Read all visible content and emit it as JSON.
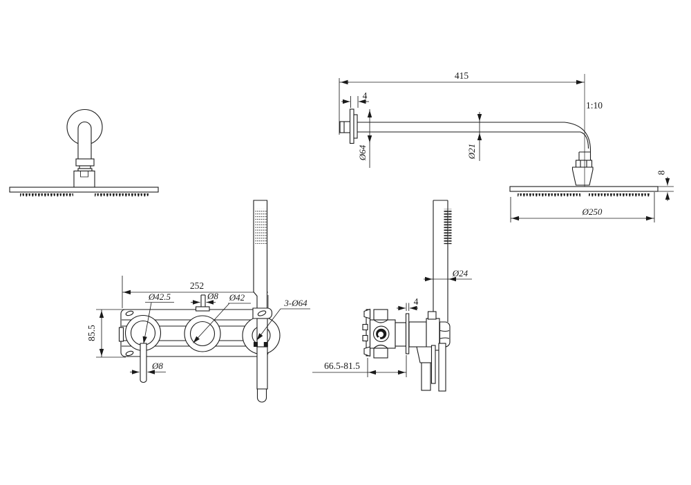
{
  "drawing": {
    "title": "Shower set installation drawing",
    "background": "#ffffff",
    "line_color": "#1a1a1a",
    "views": [
      {
        "id": "headshower-front",
        "desc": "overhead shower front view"
      },
      {
        "id": "arm-side",
        "desc": "shower arm and head side view"
      },
      {
        "id": "mixer-front",
        "desc": "concealed mixer front view with hand shower"
      },
      {
        "id": "mixer-side",
        "desc": "concealed mixer side view with hand shower"
      }
    ],
    "dims": {
      "arm_length": "415",
      "flange_thickness": "4",
      "flange_dia": "Ø64",
      "arm_dia": "Ø21",
      "scale_note": "1:10",
      "head_thickness": "8",
      "head_dia": "Ø250",
      "valve_width": "252",
      "left_knob_dia": "Ø42.5",
      "top_inlet_dia": "Ø8",
      "mid_knob_dia": "Ø42",
      "escutcheon_dia": "3-Ø64",
      "valve_height": "85.5",
      "lever_dia": "Ø8",
      "plate_thickness": "4",
      "handshower_dia": "Ø24",
      "install_depth_range": "66.5-81.5"
    }
  }
}
